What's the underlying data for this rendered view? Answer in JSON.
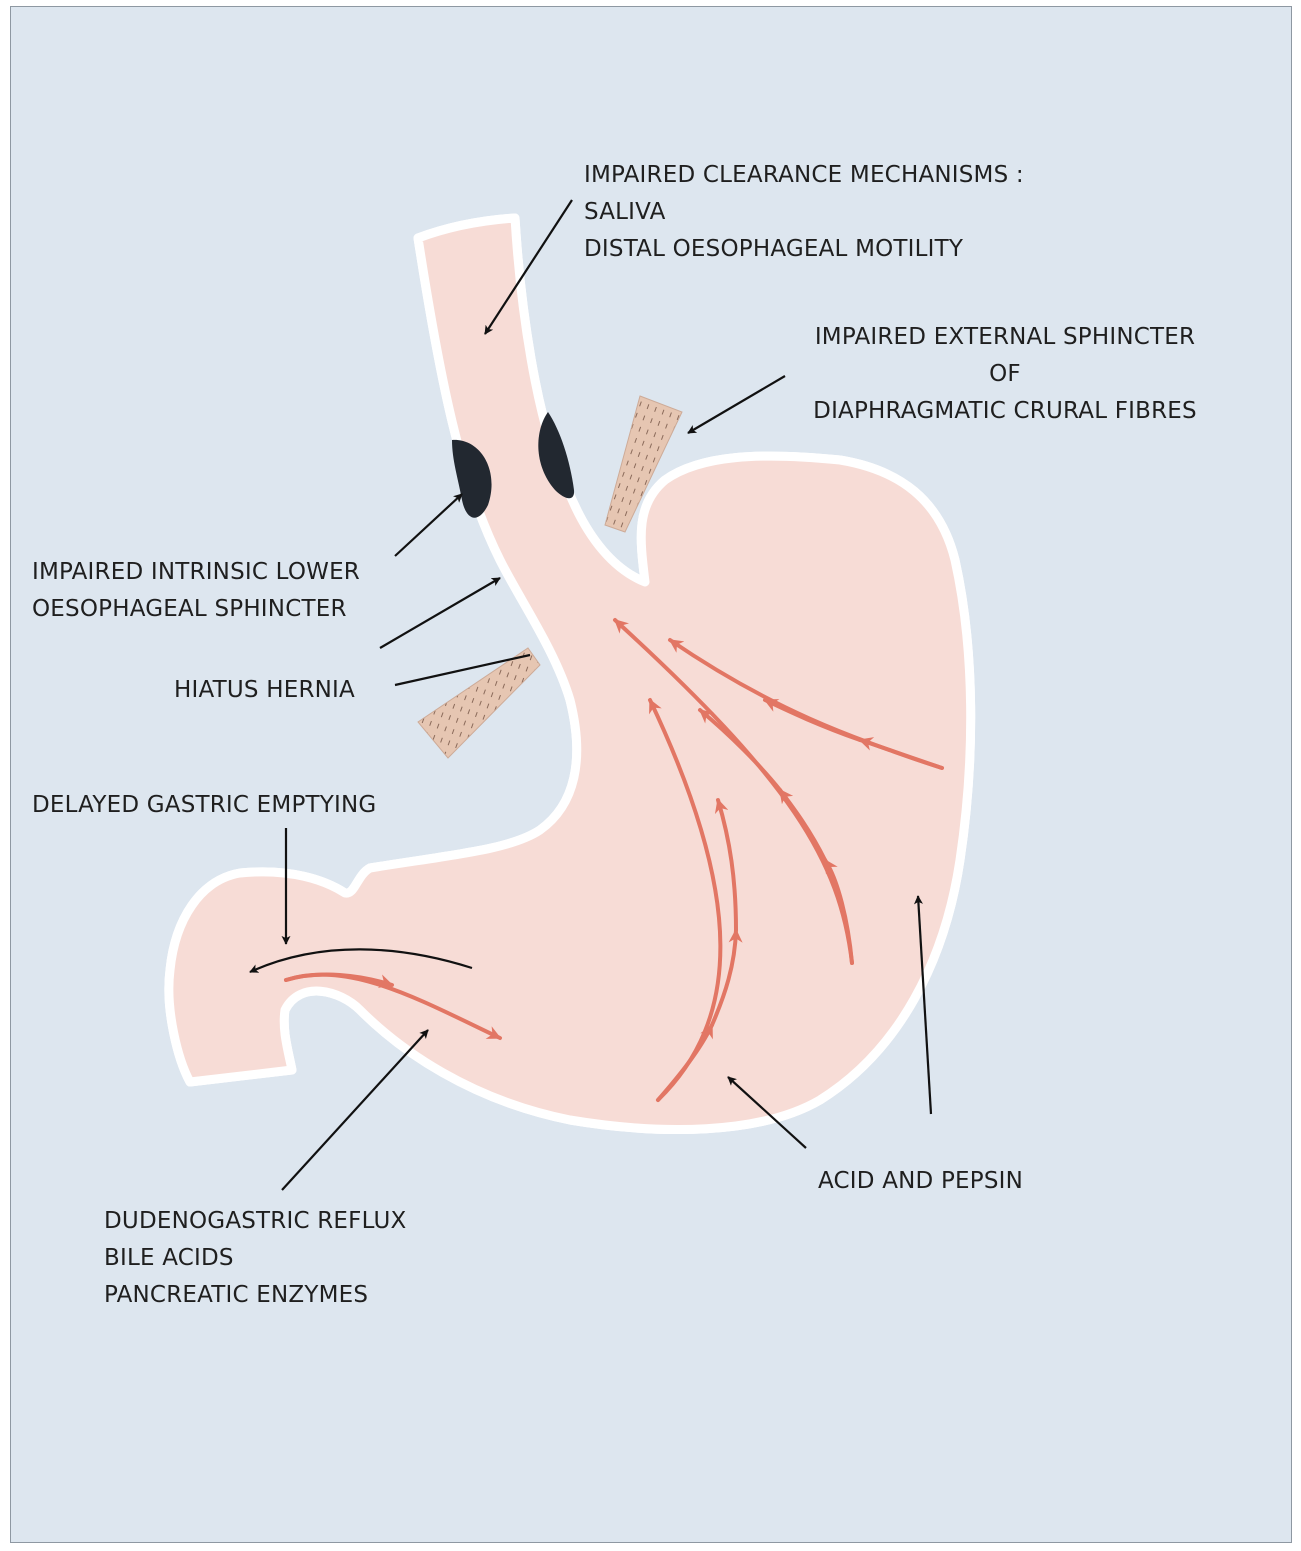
{
  "labels": {
    "clearance": {
      "line1": "IMPAIRED CLEARANCE MECHANISMS :",
      "line2": "SALIVA",
      "line3": "DISTAL OESOPHAGEAL MOTILITY"
    },
    "external_sphincter": {
      "line1": "IMPAIRED EXTERNAL SPHINCTER",
      "line2": "OF",
      "line3": "DIAPHRAGMATIC CRURAL FIBRES"
    },
    "intrinsic_sphincter": {
      "line1": "IMPAIRED INTRINSIC LOWER",
      "line2": "OESOPHAGEAL SPHINCTER"
    },
    "hiatus_hernia": "HIATUS HERNIA",
    "gastric_emptying": "DELAYED GASTRIC EMPTYING",
    "duodenogastric": {
      "line1": "DUDENOGASTRIC REFLUX",
      "line2": "BILE ACIDS",
      "line3": "PANCREATIC ENZYMES"
    },
    "acid_pepsin": "ACID AND PEPSIN"
  },
  "colors": {
    "background": "#dde6ef",
    "stomach_fill": "#f7dcd6",
    "outline": "#111111",
    "reflux_arrow": "#e27664",
    "sphincter": "#222830",
    "crura": "#e3c2ae"
  }
}
